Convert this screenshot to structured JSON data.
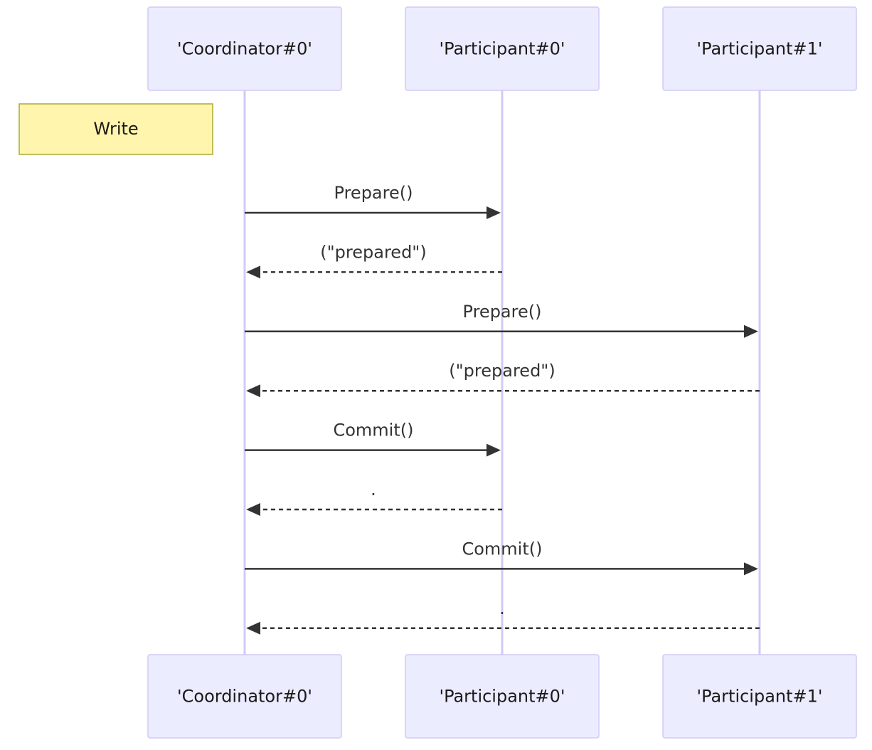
{
  "colors": {
    "actor_fill": "#ECECFF",
    "actor_stroke": "#D3C9F5",
    "lifeline": "#D3C9F5",
    "note_fill": "#FFF5AD",
    "note_stroke": "#AAAA33",
    "message_line": "#333333",
    "text": "#333333"
  },
  "actors": [
    {
      "id": "coordinator0",
      "label": "'Coordinator#0'"
    },
    {
      "id": "participant0",
      "label": "'Participant#0'"
    },
    {
      "id": "participant1",
      "label": "'Participant#1'"
    }
  ],
  "note": {
    "label": "Write"
  },
  "messages": [
    {
      "from": 0,
      "to": 1,
      "label": "Prepare()",
      "style": "solid"
    },
    {
      "from": 1,
      "to": 0,
      "label": "(\"prepared\")",
      "style": "dashed"
    },
    {
      "from": 0,
      "to": 2,
      "label": "Prepare()",
      "style": "solid"
    },
    {
      "from": 2,
      "to": 0,
      "label": "(\"prepared\")",
      "style": "dashed"
    },
    {
      "from": 0,
      "to": 1,
      "label": "Commit()",
      "style": "solid"
    },
    {
      "from": 1,
      "to": 0,
      "label": ".",
      "style": "dashed"
    },
    {
      "from": 0,
      "to": 2,
      "label": "Commit()",
      "style": "solid"
    },
    {
      "from": 2,
      "to": 0,
      "label": ".",
      "style": "dashed"
    }
  ]
}
